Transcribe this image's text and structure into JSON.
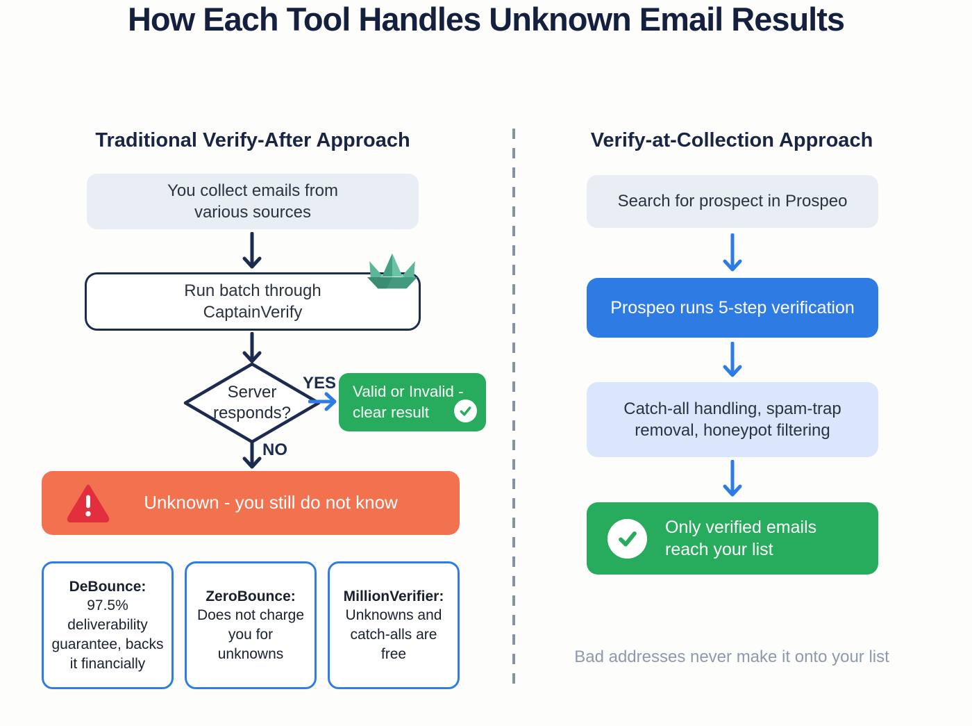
{
  "title": "How Each Tool Handles Unknown Email Results",
  "left": {
    "heading": "Traditional Verify-After Approach",
    "collect_box": "You collect emails from various sources",
    "batch_box": "Run batch through CaptainVerify",
    "decision": "Server responds?",
    "yes_label": "YES",
    "no_label": "NO",
    "valid_box": "Valid or Invalid - clear result",
    "unknown_box": "Unknown - you still do not know",
    "tools": [
      {
        "name": "DeBounce:",
        "desc": "97.5% deliverability guarantee, backs it financially"
      },
      {
        "name": "ZeroBounce:",
        "desc": "Does not charge you for unknowns"
      },
      {
        "name": "MillionVerifier:",
        "desc": "Unknowns and catch-alls are free"
      }
    ]
  },
  "right": {
    "heading": "Verify-at-Collection Approach",
    "step1": "Search for prospect in Prospeo",
    "step2": "Prospeo runs 5-step verification",
    "step3": "Catch-all handling, spam-trap removal, honeypot filtering",
    "step4": "Only verified emails reach your list",
    "footnote": "Bad addresses never make it onto your list"
  },
  "icons": {
    "boat": "paper-boat-icon",
    "warning": "warning-triangle-icon",
    "check": "check-circle-icon"
  },
  "colors": {
    "navy": "#1d2b4f",
    "green": "#27ab5d",
    "orange": "#f2714e",
    "red": "#e12f3e",
    "blue": "#2e7be4",
    "light_blue": "#d9e6fb",
    "light_gray": "#e9edf4",
    "tool_border": "#2d7de4",
    "divider_gray": "#8492a9",
    "footnote_gray": "#8e99ab",
    "boat_teal": "#5cb697"
  }
}
